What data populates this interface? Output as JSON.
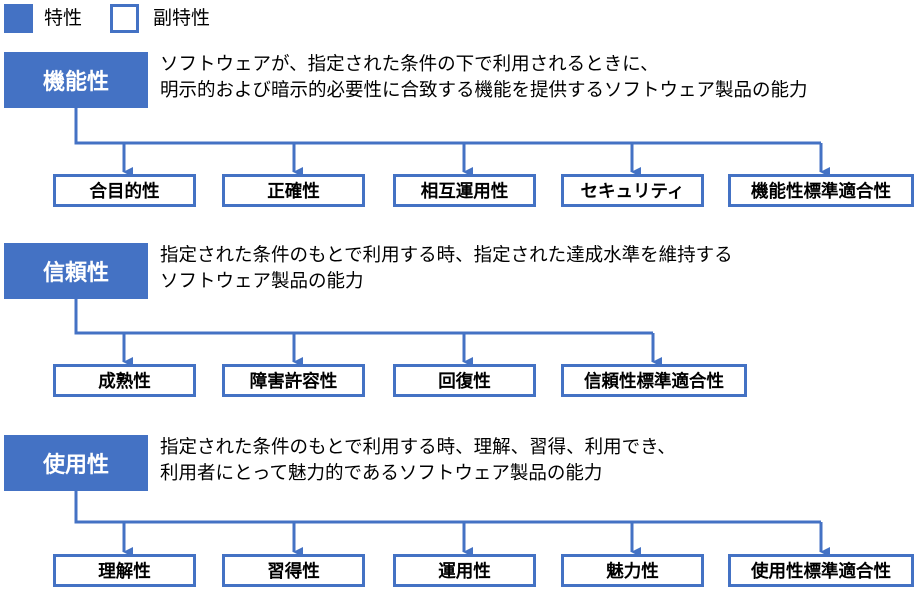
{
  "legend": {
    "characteristic_label": "特性",
    "subcharacteristic_label": "副特性",
    "color": "#4472C4"
  },
  "characteristics": [
    {
      "name": "機能性",
      "description_lines": [
        "ソフトウェアが、指定された条件の下で利用されるときに、",
        "明示的および暗示的必要性に合致する機能を提供するソフトウェア製品の能力"
      ],
      "subcharacteristics": [
        "合目的性",
        "正確性",
        "相互運用性",
        "セキュリティ",
        "機能性標準適合性"
      ]
    },
    {
      "name": "信頼性",
      "description_lines": [
        "指定された条件のもとで利用する時、指定された達成水準を維持する",
        "ソフトウェア製品の能力"
      ],
      "subcharacteristics": [
        "成熟性",
        "障害許容性",
        "回復性",
        "信頼性標準適合性"
      ]
    },
    {
      "name": "使用性",
      "description_lines": [
        "指定された条件のもとで利用する時、理解、習得、利用でき、",
        "利用者にとって魅力的であるソフトウェア製品の能力"
      ],
      "subcharacteristics": [
        "理解性",
        "習得性",
        "運用性",
        "魅力性",
        "使用性標準適合性"
      ]
    }
  ]
}
